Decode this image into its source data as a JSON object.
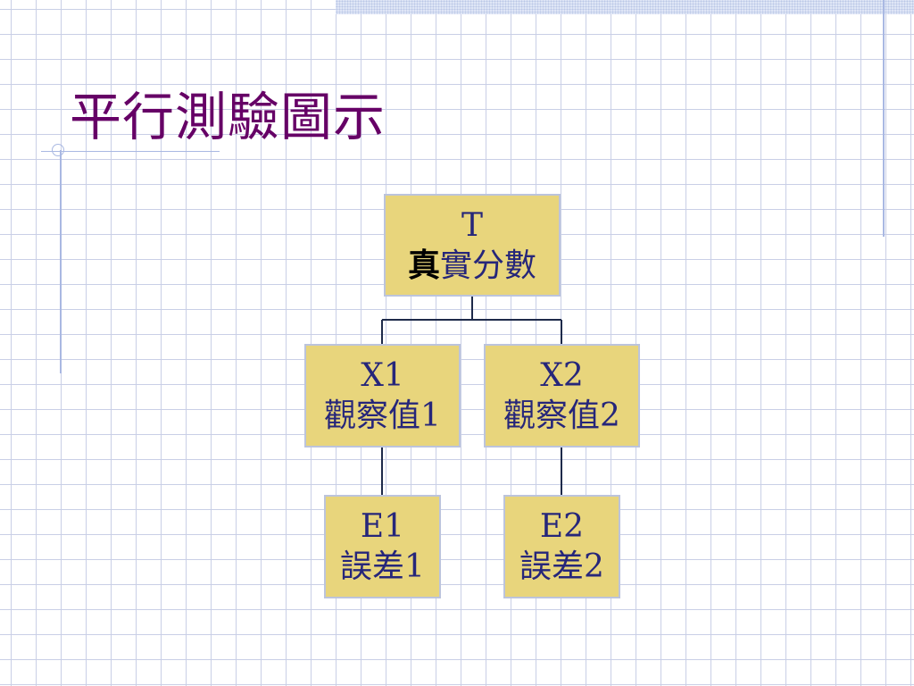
{
  "slide": {
    "title": "平行測驗圖示"
  },
  "diagram": {
    "nodes": {
      "t": {
        "code": "T",
        "label_bold": "真",
        "label_rest": "實分數"
      },
      "x1": {
        "code": "X1",
        "label": "觀察值1"
      },
      "x2": {
        "code": "X2",
        "label": "觀察值2"
      },
      "e1": {
        "code": "E1",
        "label": "誤差1"
      },
      "e2": {
        "code": "E2",
        "label": "誤差2"
      }
    },
    "colors": {
      "node_fill": "#e8d57c",
      "node_border": "#bcc4dc",
      "node_text": "#26267a",
      "title_text": "#660066",
      "connector": "#1e2a4a"
    }
  }
}
